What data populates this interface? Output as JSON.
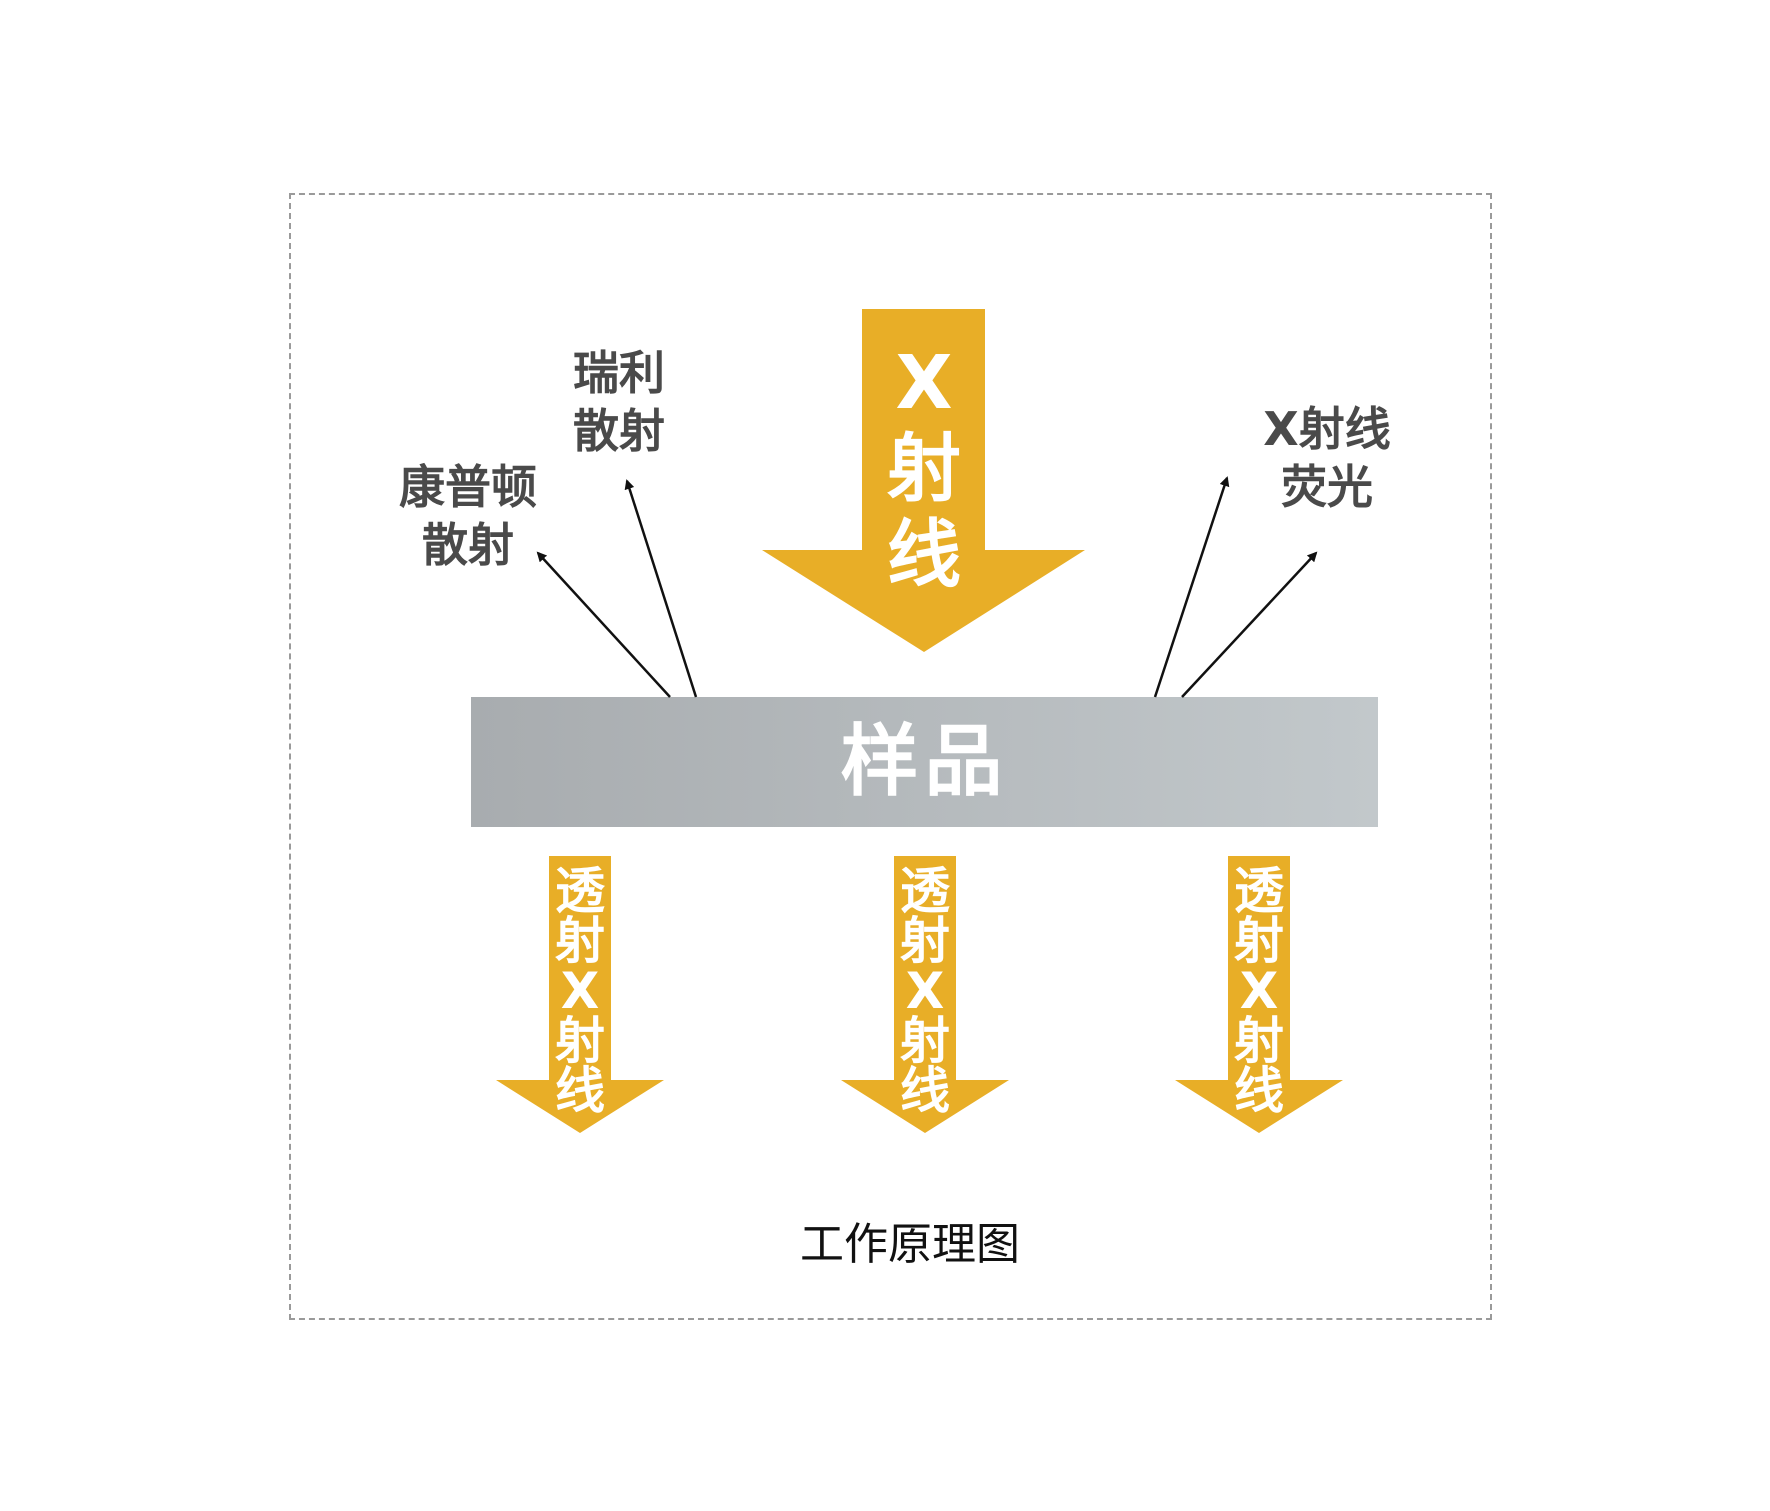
{
  "colors": {
    "arrow_fill": "#E8AE27",
    "sample_gradient_start": "#A8ACAF",
    "sample_gradient_end": "#C2C8CB",
    "label_text": "#4A4A4A",
    "scatter_line": "#111111"
  },
  "incoming": {
    "label": [
      "X",
      "射",
      "线"
    ]
  },
  "sample": {
    "label": "样品"
  },
  "scatter": {
    "compton": "康普顿\n散射",
    "rayleigh": "瑞利\n散射",
    "fluorescence": "X射线\n荧光"
  },
  "transmitted": [
    {
      "label": [
        "透",
        "射",
        "X",
        "射",
        "线"
      ]
    },
    {
      "label": [
        "透",
        "射",
        "X",
        "射",
        "线"
      ]
    },
    {
      "label": [
        "透",
        "射",
        "X",
        "射",
        "线"
      ]
    }
  ],
  "caption": "工作原理图"
}
